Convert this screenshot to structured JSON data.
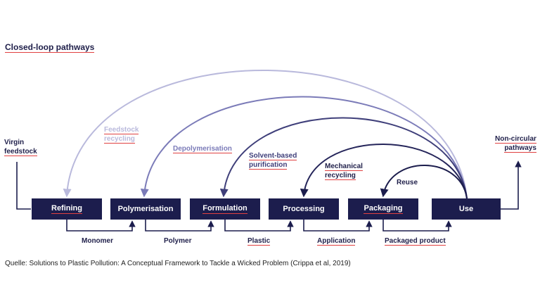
{
  "title": "Closed-loop pathways",
  "virgin_feedstock": [
    "Virgin",
    "feedstock"
  ],
  "non_circular": [
    "Non-circular",
    "pathways"
  ],
  "stages": [
    "Refining",
    "Polymerisation",
    "Formulation",
    "Processing",
    "Packaging",
    "Use"
  ],
  "flow_labels": [
    "Monomer",
    "Polymer",
    "Plastic",
    "Application",
    "Packaged product"
  ],
  "loops": {
    "feedstock_recycling": [
      "Feedstock",
      "recycling"
    ],
    "depolymerisation": "Depolymerisation",
    "solvent_based": [
      "Solvent-based",
      "purification"
    ],
    "mechanical": [
      "Mechanical",
      "recycling"
    ],
    "reuse": "Reuse"
  },
  "colors": {
    "box": "#1c1d4d",
    "arrow_dark": "#1c1d4d",
    "feedstock_loop": "#b9b9dc",
    "depoly_loop": "#7b7bb8",
    "solvent_loop": "#3f3f7a",
    "mechanical_loop": "#25255a",
    "spellcheck_underline": "#e04040"
  },
  "source": "Quelle: Solutions to Plastic Pollution: A Conceptual Framework to Tackle a Wicked Problem (Crippa et al, 2019)"
}
